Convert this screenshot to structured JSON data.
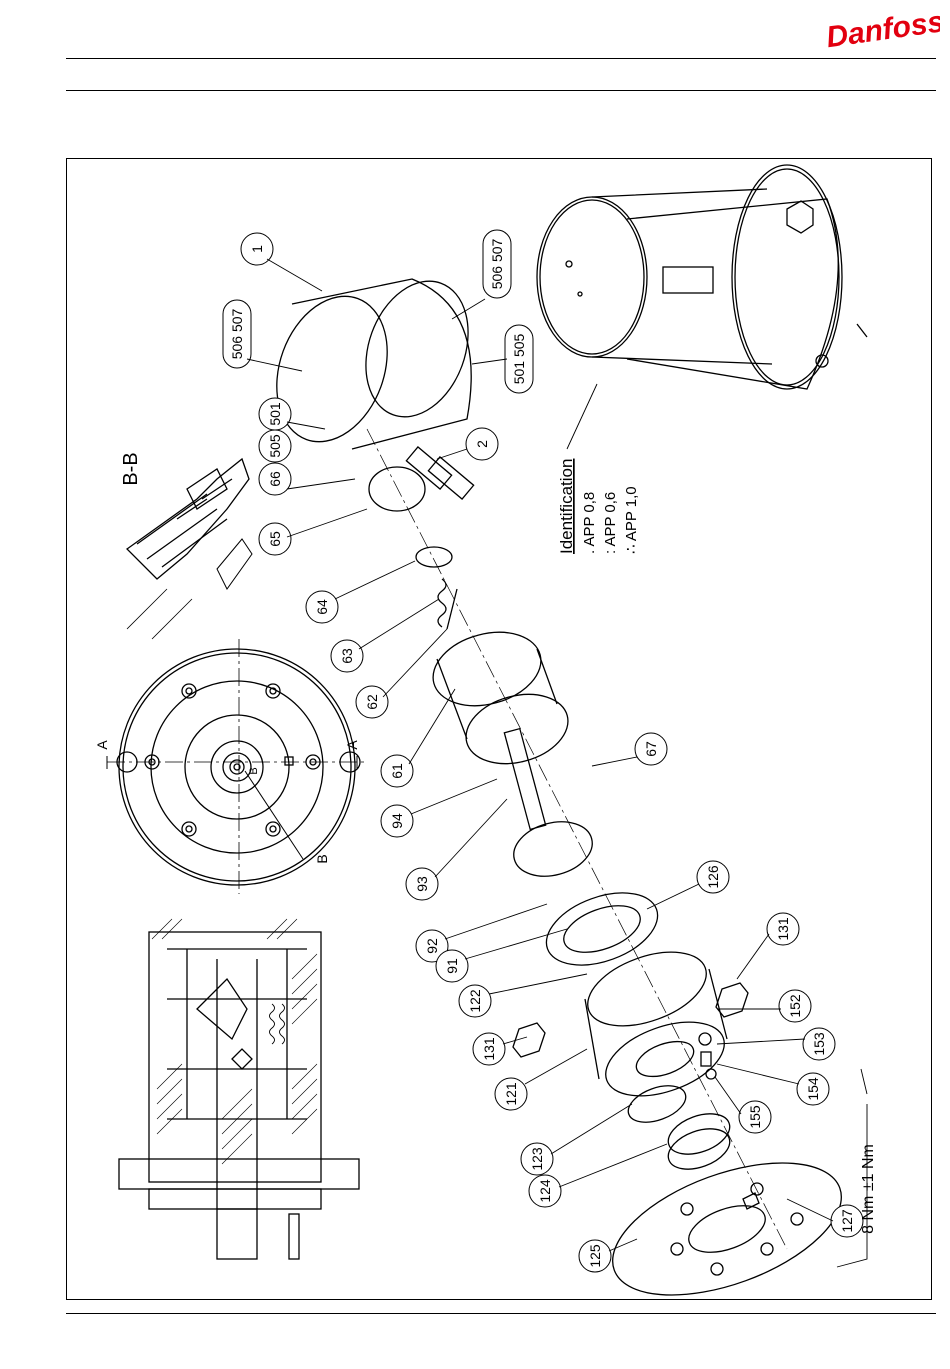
{
  "header": {
    "brand": "Danfoss",
    "brand_color": "#e2000f"
  },
  "drawing": {
    "section_label": "B-B",
    "section_marks": {
      "a": "A",
      "b": "B"
    },
    "identification": {
      "title": "Identification",
      "lines": [
        ". APP 0,8",
        ": APP 0,6",
        "∴ APP 1,0"
      ]
    },
    "torque": "8 Nm ±1 Nm",
    "part_numbers": {
      "p1": "1",
      "p506_507_top": "506 507",
      "p506_507_side": "506 507",
      "p501_505_side": "501 505",
      "p501": "501",
      "p505": "505",
      "p66": "66",
      "p65": "65",
      "p2": "2",
      "p64": "64",
      "p63": "63",
      "p62": "62",
      "p61": "61",
      "p67": "67",
      "p94": "94",
      "p93": "93",
      "p126": "126",
      "p92": "92",
      "p91": "91",
      "p122": "122",
      "p131_top": "131",
      "p131_left": "131",
      "p152": "152",
      "p153": "153",
      "p121": "121",
      "p154": "154",
      "p155": "155",
      "p123": "123",
      "p124": "124",
      "p127": "127",
      "p125": "125"
    }
  }
}
